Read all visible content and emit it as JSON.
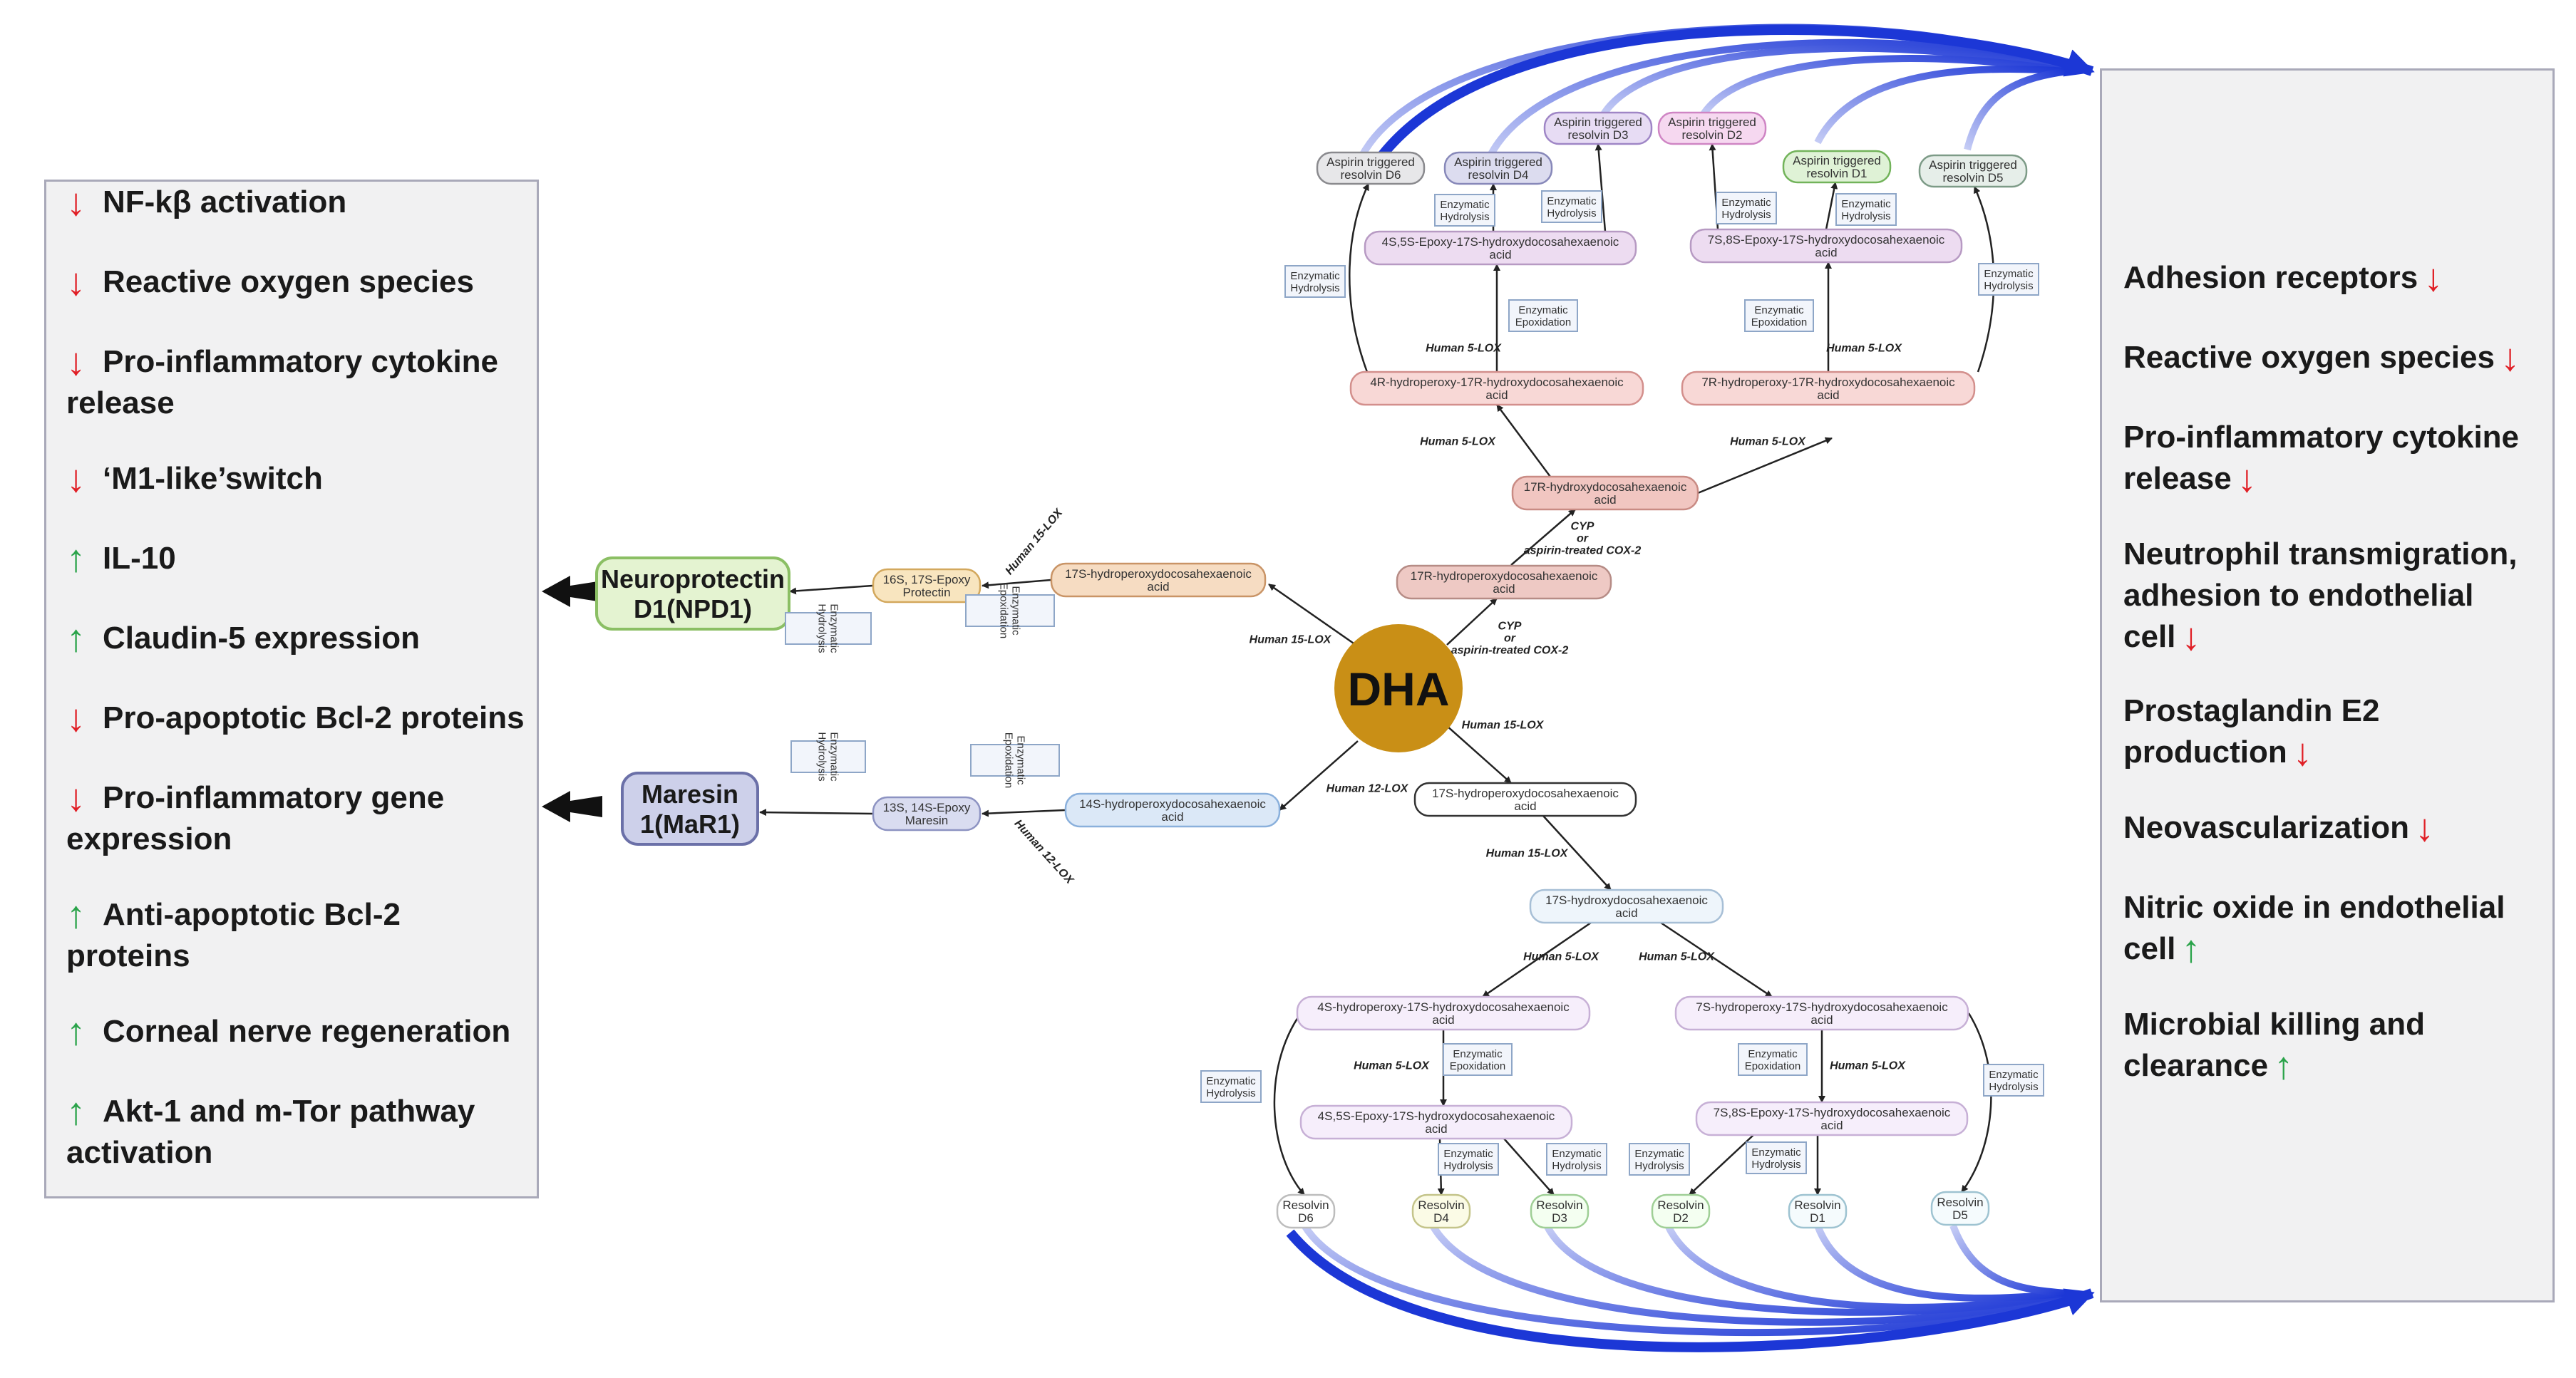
{
  "colors": {
    "down_arrow": "#e01f26",
    "up_arrow": "#2aa34a",
    "dha_fill": "#c98f16",
    "curve_blue": "#1c37d6"
  },
  "left_effects": [
    {
      "dir": "down",
      "text": "NF-kβ activation"
    },
    {
      "dir": "down",
      "text": "Reactive oxygen species"
    },
    {
      "dir": "down",
      "text": "Pro-inflammatory cytokine\nrelease"
    },
    {
      "dir": "down",
      "text": "‘M1-like’switch"
    },
    {
      "dir": "up",
      "text": "IL-10"
    },
    {
      "dir": "up",
      "text": "Claudin-5 expression"
    },
    {
      "dir": "down",
      "text": "Pro-apoptotic Bcl-2 proteins"
    },
    {
      "dir": "down",
      "text": "Pro-inflammatory gene\nexpression"
    },
    {
      "dir": "up",
      "text": "Anti-apoptotic Bcl-2\nproteins"
    },
    {
      "dir": "up",
      "text": "Corneal nerve regeneration"
    },
    {
      "dir": "up",
      "text": "Akt-1 and m-Tor pathway\nactivation"
    }
  ],
  "right_effects": [
    {
      "dir": "down",
      "text": "Adhesion receptors"
    },
    {
      "dir": "down",
      "text": "Reactive oxygen species"
    },
    {
      "dir": "down",
      "text": "Pro-inflammatory cytokine\nrelease"
    },
    {
      "dir": "down",
      "text": "Neutrophil transmigration,\nadhesion to endothelial\ncell"
    },
    {
      "dir": "down",
      "text": "Prostaglandin E2\nproduction"
    },
    {
      "dir": "down",
      "text": "Neovascularization"
    },
    {
      "dir": "up",
      "text": "Nitric oxide in endothelial\ncell"
    },
    {
      "dir": "up",
      "text": "Microbial killing and\nclearance"
    }
  ],
  "center_label": "DHA",
  "products": {
    "npd1": "Neuroprotectin\nD1(NPD1)",
    "mar1": "Maresin\n1(MaR1)"
  },
  "nodes": {
    "hp17s_left": "17S-hydroperoxydocosahexaenoic\nacid",
    "epoxy_protectin": "16S, 17S-Epoxy\nProtectin",
    "hp14s": "14S-hydroperoxydocosahexaenoic\nacid",
    "epoxy_maresin": "13S, 14S-Epoxy\nMaresin",
    "hp17r": "17R-hydroperoxydocosahexaenoic\nacid",
    "h17r": "17R-hydroxydocosahexaenoic\nacid",
    "hp4r": "4R-hydroperoxy-17R-hydroxydocosahexaenoic\nacid",
    "hp7r": "7R-hydroperoxy-17R-hydroxydocosahexaenoic\nacid",
    "epoxy45_top": "4S,5S-Epoxy-17S-hydroxydocosahexaenoic\nacid",
    "epoxy78_top": "7S,8S-Epoxy-17S-hydroxydocosahexaenoic\nacid",
    "at_rvd6": "Aspirin triggered\nresolvin D6",
    "at_rvd4": "Aspirin triggered\nresolvin D4",
    "at_rvd3": "Aspirin triggered\nresolvin D3",
    "at_rvd2": "Aspirin triggered\nresolvin D2",
    "at_rvd1": "Aspirin triggered\nresolvin D1",
    "at_rvd5": "Aspirin triggered\nresolvin D5",
    "hp17s_bottom": "17S-hydroperoxydocosahexaenoic\nacid",
    "h17s": "17S-hydroxydocosahexaenoic\nacid",
    "hp4s": "4S-hydroperoxy-17S-hydroxydocosahexaenoic\nacid",
    "hp7s": "7S-hydroperoxy-17S-hydroxydocosahexaenoic\nacid",
    "epoxy45_bottom": "4S,5S-Epoxy-17S-hydroxydocosahexaenoic\nacid",
    "epoxy78_bottom": "7S,8S-Epoxy-17S-hydroxydocosahexaenoic\nacid",
    "rvd6": "Resolvin\nD6",
    "rvd4": "Resolvin\nD4",
    "rvd3": "Resolvin\nD3",
    "rvd2": "Resolvin\nD2",
    "rvd1": "Resolvin\nD1",
    "rvd5": "Resolvin\nD5"
  },
  "enzymes": {
    "hydrolysis": "Enzymatic\nHydrolysis",
    "epoxidation": "Enzymatic\nEpoxidation",
    "human_15lox": "Human 15-LOX",
    "human_12lox": "Human 12-LOX",
    "human_5lox": "Human 5-LOX",
    "cyp_aspirin": "CYP\nor\naspirin-treated COX-2"
  }
}
